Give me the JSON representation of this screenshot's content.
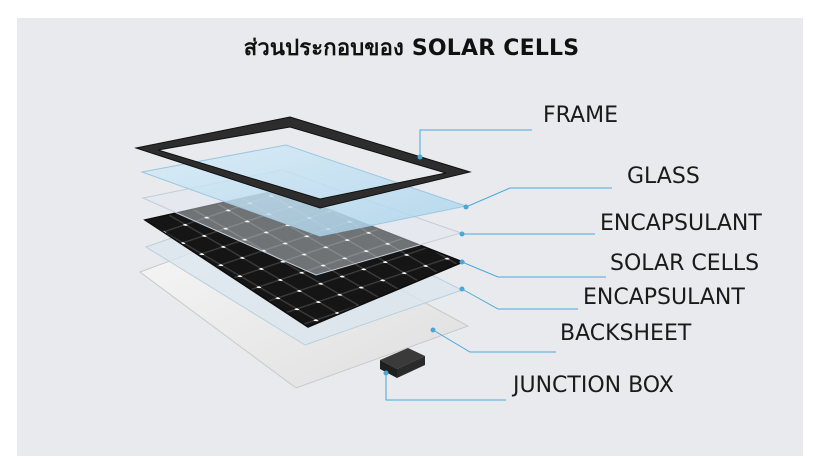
{
  "title": "ส่วนประกอบของ SOLAR CELLS",
  "colors": {
    "background": "#e9eaee",
    "leader_line": "#4aa8d8",
    "frame": "#2b2b2b",
    "glass": "#b9dcef",
    "cell": "#141414",
    "backsheet": "#f2f2f2"
  },
  "layers": [
    {
      "id": "frame",
      "label": "FRAME"
    },
    {
      "id": "glass",
      "label": "GLASS"
    },
    {
      "id": "encapsulant-top",
      "label": "ENCAPSULANT"
    },
    {
      "id": "solar-cells",
      "label": "SOLAR CELLS"
    },
    {
      "id": "encapsulant-bottom",
      "label": "ENCAPSULANT"
    },
    {
      "id": "backsheet",
      "label": "BACKSHEET"
    },
    {
      "id": "junction-box",
      "label": "JUNCTION BOX"
    }
  ]
}
